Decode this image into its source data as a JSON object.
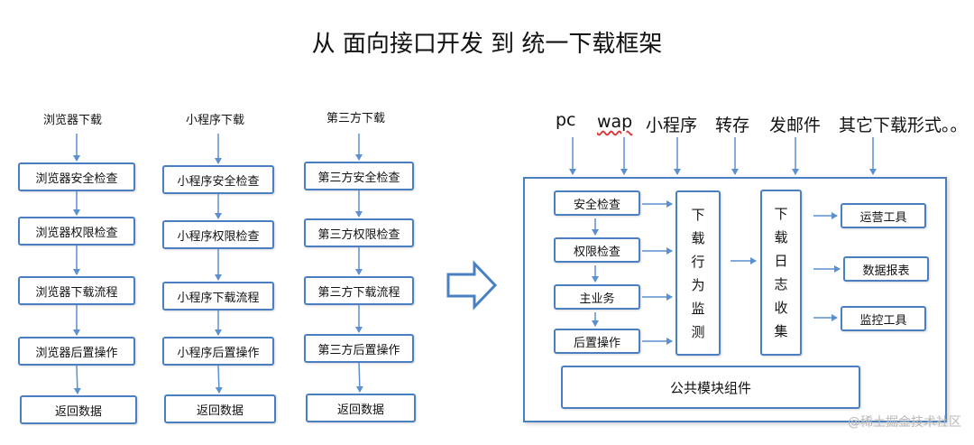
{
  "title": "从 面向接口开发 到 统一下载框架",
  "left": {
    "columns": [
      {
        "header": "浏览器下载",
        "steps": [
          "浏览器安全检查",
          "浏览器权限检查",
          "浏览器下载流程",
          "浏览器后置操作",
          "返回数据"
        ]
      },
      {
        "header": "小程序下载",
        "steps": [
          "小程序安全检查",
          "小程序权限检查",
          "小程序下载流程",
          "小程序后置操作",
          "返回数据"
        ]
      },
      {
        "header": "第三方下载",
        "steps": [
          "第三方安全检查",
          "第三方权限检查",
          "第三方下载流程",
          "第三方后置操作",
          "返回数据"
        ]
      }
    ]
  },
  "right": {
    "sources": [
      "pc",
      "wap",
      "小程序",
      "转存",
      "发邮件",
      "其它下载形式。。"
    ],
    "pipeline": [
      "安全检查",
      "权限检查",
      "主业务",
      "后置操作"
    ],
    "monitor_chars": [
      "下",
      "载",
      "行",
      "为",
      "监",
      "测"
    ],
    "log_chars": [
      "下",
      "载",
      "日",
      "志",
      "收",
      "集"
    ],
    "outputs": [
      "运营工具",
      "数据报表",
      "监控工具"
    ],
    "common": "公共模块组件"
  },
  "watermark": "@稀土掘金技术社区",
  "colors": {
    "border": "#4a7fc1",
    "arrow": "#5a8fd0"
  }
}
